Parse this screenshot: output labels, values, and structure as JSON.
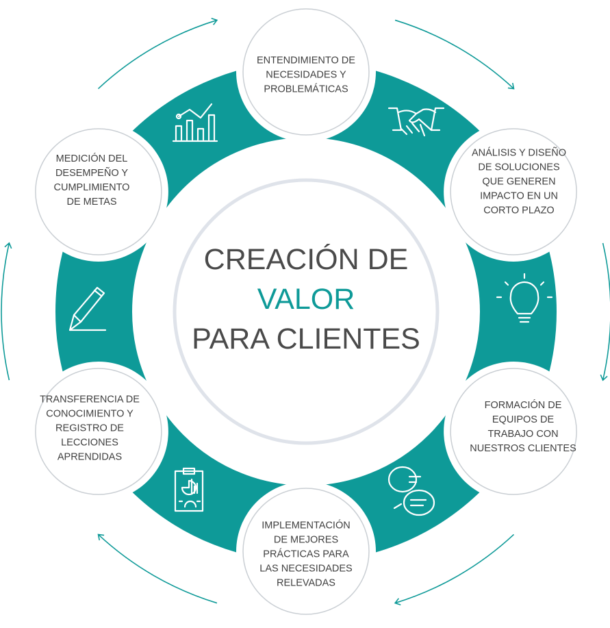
{
  "colors": {
    "teal": "#0e9a98",
    "text": "#3f3f3f",
    "border": "#c9ced3"
  },
  "center": {
    "line1": "CREACIÓN DE",
    "line2": "VALOR",
    "line3": "PARA CLIENTES"
  },
  "steps": [
    {
      "text": "ENTENDIMIENTO DE NECESIDADES Y PROBLEMÁTICAS"
    },
    {
      "text": "ANÁLISIS Y DISEÑO DE SOLUCIONES QUE GENEREN IMPACTO EN UN CORTO PLAZO"
    },
    {
      "text": "FORMACIÓN DE EQUIPOS DE TRABAJO CON NUESTROS CLIENTES"
    },
    {
      "text": "IMPLEMENTACIÓN DE MEJORES PRÁCTICAS PARA LAS NECESIDADES RELEVADAS"
    },
    {
      "text": "TRANSFERENCIA DE CONOCIMIENTO Y REGISTRO DE LECCIONES APRENDIDAS"
    },
    {
      "text": "MEDICIÓN DEL DESEMPEÑO Y CUMPLIMIENTO DE METAS"
    }
  ],
  "icons": [
    "handshake-icon",
    "lightbulb-icon",
    "chat-bubbles-icon",
    "clipboard-report-icon",
    "pencil-icon",
    "growth-chart-icon"
  ]
}
